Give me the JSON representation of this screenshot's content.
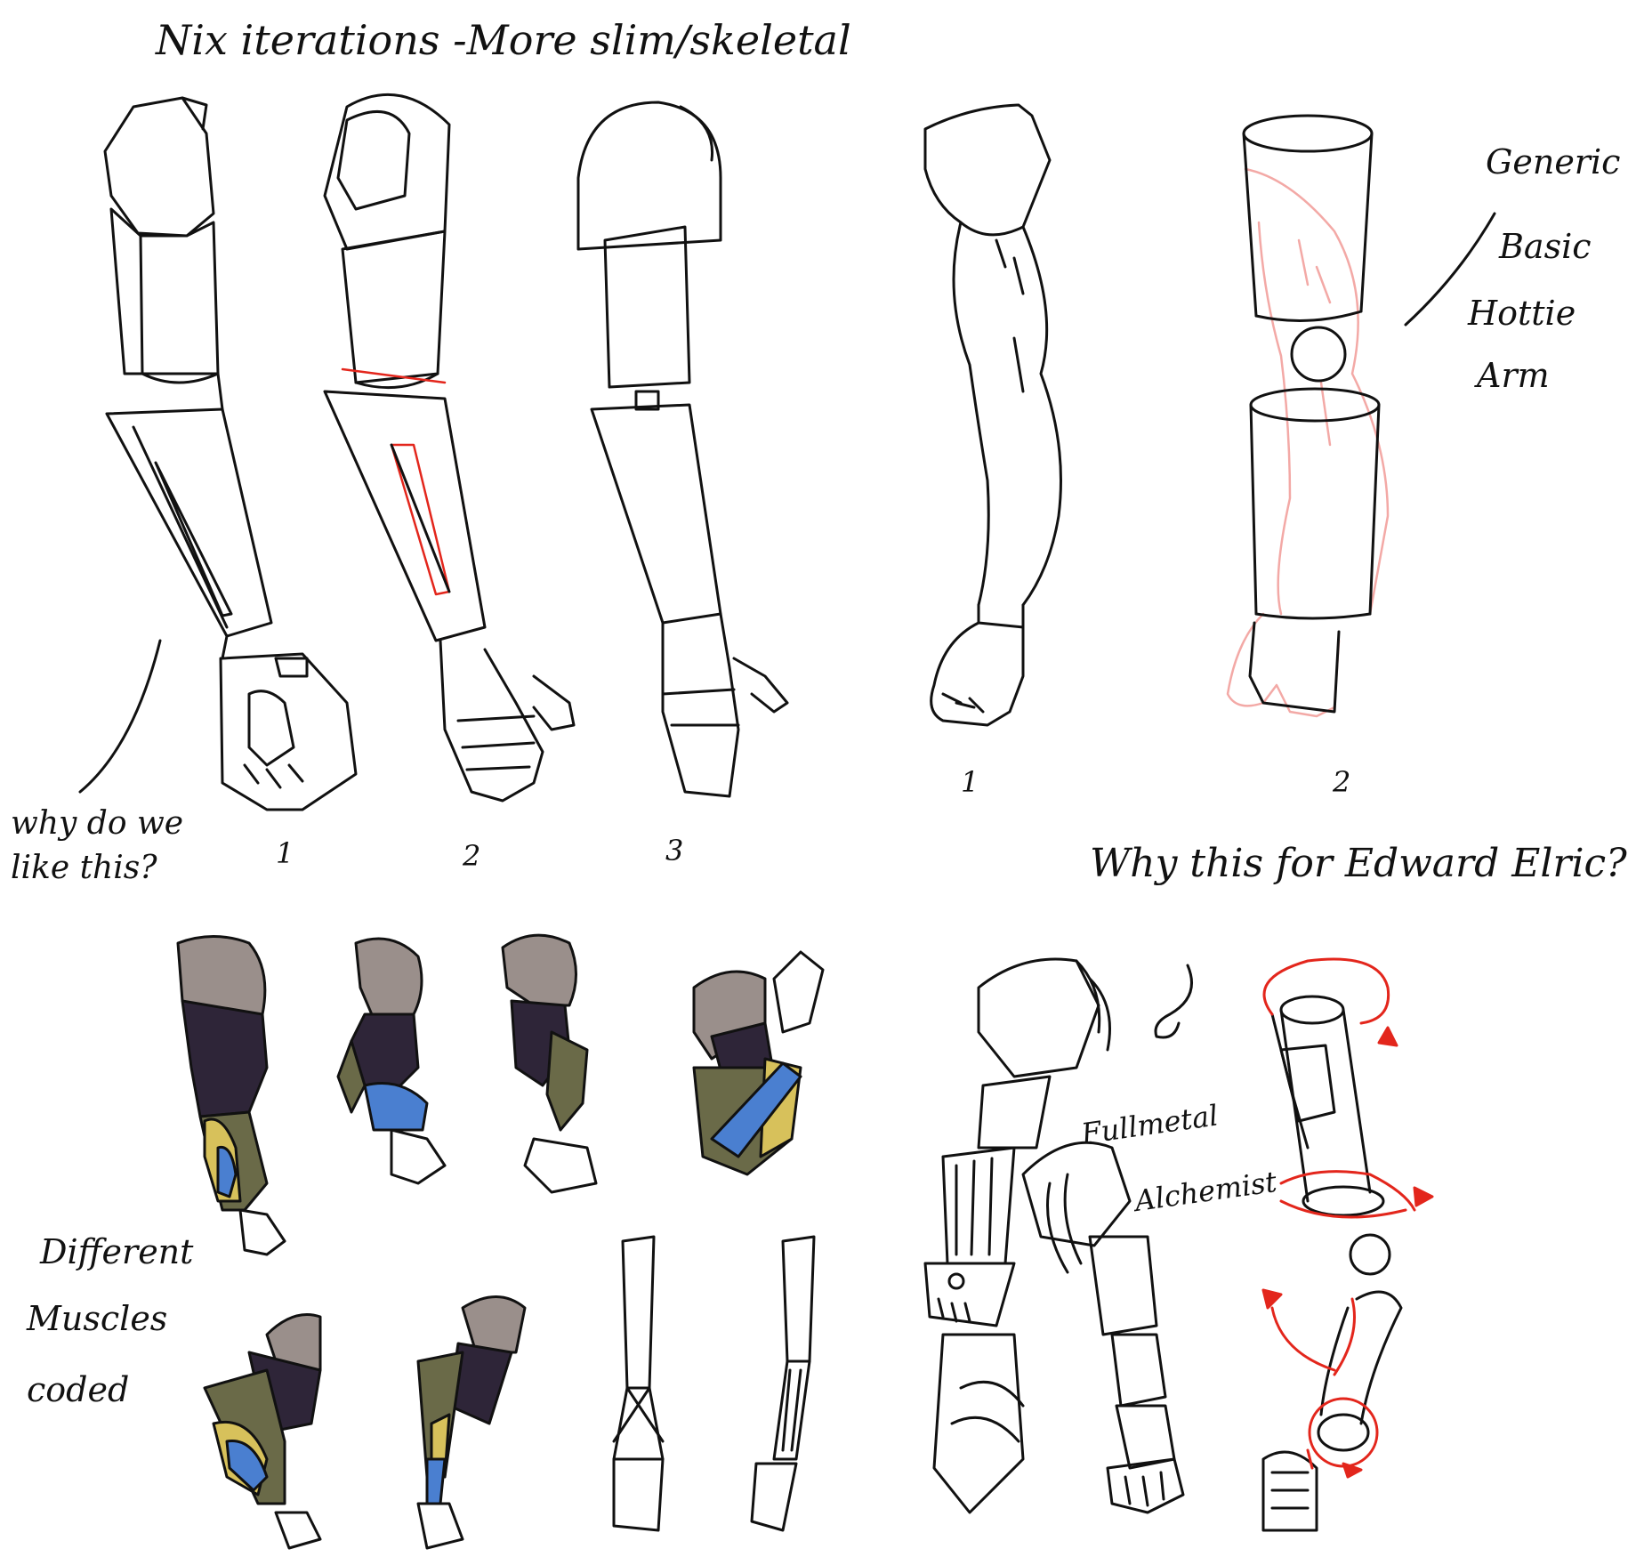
{
  "header": {
    "title": "Nix iterations -More slim/skeletal"
  },
  "top_left": {
    "question": [
      "why do we",
      "like this?"
    ],
    "numbers": [
      "1",
      "2",
      "3"
    ]
  },
  "top_right": {
    "numbers": [
      "1",
      "2"
    ],
    "side_note": [
      "Generic",
      "Basic",
      "Hottie",
      "Arm"
    ],
    "question": "Why this for Edward Elric?"
  },
  "bottom_left": {
    "note": [
      "Different",
      "Muscles",
      "coded"
    ]
  },
  "bottom_right": {
    "note": [
      "Fullmetal",
      "Alchemist"
    ]
  },
  "colors": {
    "ink": "#111111",
    "red": "#e3261c",
    "pink": "#f3a9a6",
    "deltoid": "#9a8f8b",
    "dark_muscle": "#2e2538",
    "olive": "#6a6a48",
    "yellow": "#d7c15b",
    "blue": "#4a7fd0"
  }
}
